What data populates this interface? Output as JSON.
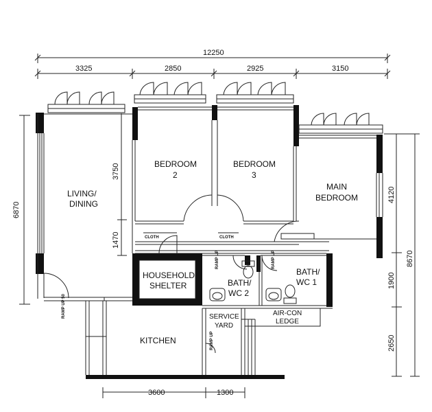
{
  "dimensions": {
    "top_total": "12250",
    "top_segments": [
      "3325",
      "2850",
      "2925",
      "3150"
    ],
    "left_total": "6870",
    "left_bedroom": "3750",
    "left_lower": "1470",
    "right_main": "4120",
    "right_bath": "1900",
    "right_total": "8670",
    "right_lower": "2650",
    "bottom_kitchen": "3600",
    "bottom_yard": "1300"
  },
  "rooms": {
    "living_line1": "LIVING/",
    "living_line2": "DINING",
    "bed2_line1": "BEDROOM",
    "bed2_line2": "2",
    "bed3_line1": "BEDROOM",
    "bed3_line2": "3",
    "main_line1": "MAIN",
    "main_line2": "BEDROOM",
    "shelter_line1": "HOUSEHOLD",
    "shelter_line2": "SHELTER",
    "bath2_line1": "BATH/",
    "bath2_line2": "WC 2",
    "bath1_line1": "BATH/",
    "bath1_line2": "WC 1",
    "service_line1": "SERVICE",
    "service_line2": "YARD",
    "aircon_line1": "AIR-CON",
    "aircon_line2": "LEDGE",
    "kitchen": "KITCHEN"
  },
  "marks": {
    "cloth_left": "CLOTH",
    "cloth_right": "CLOTH",
    "ramp_up": "RAMP UP",
    "ramp_up_50": "RAMP UP 50"
  }
}
